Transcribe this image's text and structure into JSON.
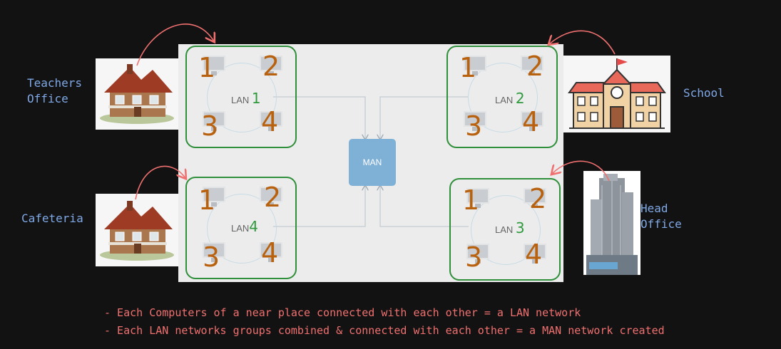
{
  "colors": {
    "background": "#121212",
    "panel": "#ececec",
    "group_border": "#2f8f3a",
    "number": "#b8610f",
    "lan_number": "#2e9a3d",
    "place_label": "#7fa8e6",
    "note": "#f07070",
    "man": "#7fb0d6",
    "arrow": "#f07070"
  },
  "man": {
    "label": "MAN"
  },
  "lans": [
    {
      "word": "LAN",
      "num": "1",
      "computers": [
        "1",
        "2",
        "3",
        "4"
      ],
      "place": "Teachers\nOffice",
      "place_icon": "house-icon"
    },
    {
      "word": "LAN",
      "num": "2",
      "computers": [
        "1",
        "2",
        "3",
        "4"
      ],
      "place": "School",
      "place_icon": "school-building-icon"
    },
    {
      "word": "LAN",
      "num": "3",
      "computers": [
        "1",
        "2",
        "3",
        "4"
      ],
      "place": "Head\nOffice",
      "place_icon": "skyscraper-icon"
    },
    {
      "word": "LAN",
      "num": "4",
      "computers": [
        "1",
        "2",
        "3",
        "4"
      ],
      "place": "Cafeteria",
      "place_icon": "house-icon"
    }
  ],
  "notes": [
    "- Each Computers of a near place connected with each other = a LAN network",
    "- Each LAN networks groups combined & connected with each other = a MAN network created"
  ]
}
